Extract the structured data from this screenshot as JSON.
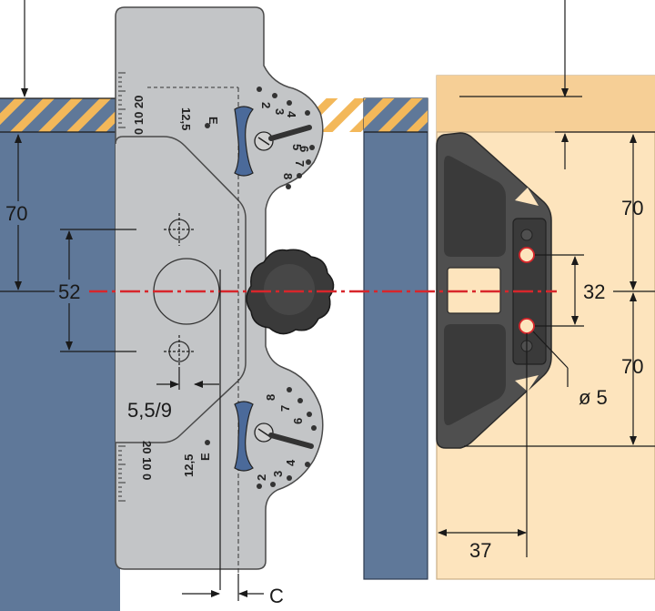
{
  "colors": {
    "wall": "#5f7899",
    "wood": "#fde4bd",
    "wood_edge": "#d9c09a",
    "template": "#c3c5c7",
    "template_stroke": "#4a4a4a",
    "hatch": "#f3b85a",
    "bracket": "#3c3c3c",
    "bracket_fill": "#4f4f4f",
    "knob": "#3a3a3a",
    "centerline": "#d8262b",
    "slot": "#4b6a9a"
  },
  "dimensions": {
    "d70_left": "70",
    "d52": "52",
    "d5_5_9": "5,5/9",
    "dC": "C",
    "d70_right_top": "70",
    "d32": "32",
    "d70_right_bottom": "70",
    "d_o5": "ø 5",
    "d37": "37"
  },
  "template": {
    "scale_top": "0 10 20",
    "scale_bottom": "20 10 0",
    "dial_top": {
      "e": "E",
      "v12_5": "12,5",
      "v2": "2",
      "v3": "3",
      "v4": "4",
      "v5": "5",
      "v6": "6",
      "v7": "7",
      "v8": "8"
    },
    "dial_bottom": {
      "e": "E",
      "v12_5": "12,5",
      "v2": "2",
      "v3": "3",
      "v4": "4",
      "v6": "6",
      "v7": "7",
      "v8": "8"
    }
  }
}
